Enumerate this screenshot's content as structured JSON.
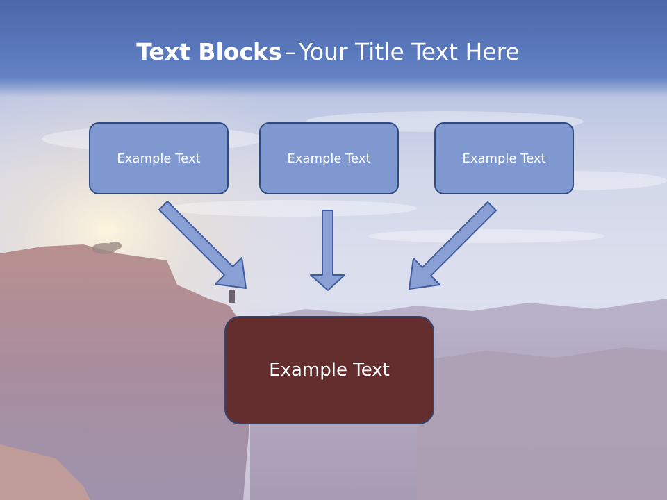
{
  "title": {
    "bold": "Text Blocks",
    "dash": "–",
    "rest": "Your Title Text Here"
  },
  "blocks": [
    {
      "label": "Example Text"
    },
    {
      "label": "Example Text"
    },
    {
      "label": "Example Text"
    }
  ],
  "target": {
    "label": "Example Text"
  },
  "colors": {
    "title_band": "#5a79bd",
    "block_fill": "#8098d0",
    "block_border": "#2d4a82",
    "target_fill": "#642e2e",
    "arrow_fill": "#8aa0d4"
  }
}
